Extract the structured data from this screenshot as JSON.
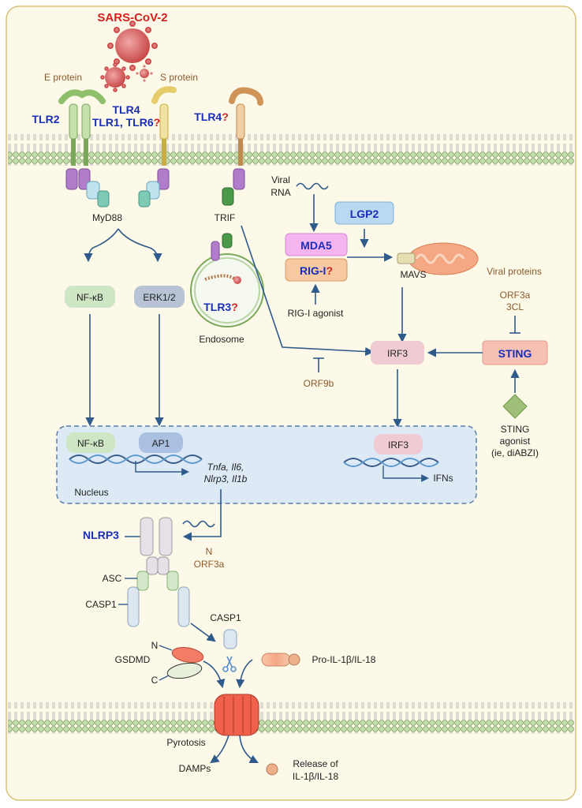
{
  "title": "SARS-CoV-2",
  "virus": {
    "e_protein": "E protein",
    "s_protein": "S protein"
  },
  "receptors": {
    "tlr2": "TLR2",
    "tlr4_a": "TLR4",
    "tlr1_tlr6": "TLR1, TLR6",
    "tlr4_b": "TLR4",
    "tlr3": "TLR3",
    "question": "?"
  },
  "adaptors": {
    "myd88": "MyD88",
    "trif": "TRIF",
    "endosome": "Endosome"
  },
  "pathways": {
    "nfkb": "NF-κB",
    "erk": "ERK1/2",
    "irf3": "IRF3",
    "ap1": "AP1"
  },
  "sensors": {
    "viral_rna_1": "Viral",
    "viral_rna_2": "RNA",
    "lgp2": "LGP2",
    "mda5": "MDA5",
    "rigi": "RIG-I",
    "mavs": "MAVS",
    "rigi_agonist": "RIG-I agonist",
    "orf9b": "ORF9b",
    "viral_proteins": "Viral proteins",
    "orf3a": "ORF3a",
    "threecl": "3CL",
    "sting": "STING",
    "sting_agonist_1": "STING",
    "sting_agonist_2": "agonist",
    "sting_agonist_3": "(ie, diABZI)"
  },
  "nucleus": {
    "label": "Nucleus",
    "genes_1": "Tnfa, Il6,",
    "genes_2": "Nlrp3, Il1b",
    "ifns": "IFNs"
  },
  "inflammasome": {
    "nlrp3": "NLRP3",
    "n": "N",
    "orf3a": "ORF3a",
    "asc": "ASC",
    "casp1_left": "CASP1",
    "casp1_right": "CASP1",
    "gsdmd": "GSDMD",
    "n_term": "N",
    "c_term": "C",
    "pro_il": "Pro-IL-1β/IL-18",
    "pyrotosis": "Pyrotosis",
    "damps": "DAMPs",
    "release_1": "Release of",
    "release_2": "IL-1β/IL-18"
  },
  "colors": {
    "blue_label": "#1a2fb8",
    "red_label": "#d32020",
    "brown_label": "#8a5a2b",
    "arrow": "#2e5a8c",
    "cell_border": "#d9c27a",
    "cell_fill": "#fdf9e8",
    "nucleus_fill": "#dde9f5",
    "nfkb_fill": "#cfe6c4",
    "erk_fill": "#b8c4d6",
    "irf3_fill": "#f0cbd3",
    "sting_fill": "#f7c0b4",
    "lgp2_fill": "#b9d8f2",
    "mda5_fill": "#f4b4f0",
    "rigi_fill": "#f6c9a0"
  }
}
